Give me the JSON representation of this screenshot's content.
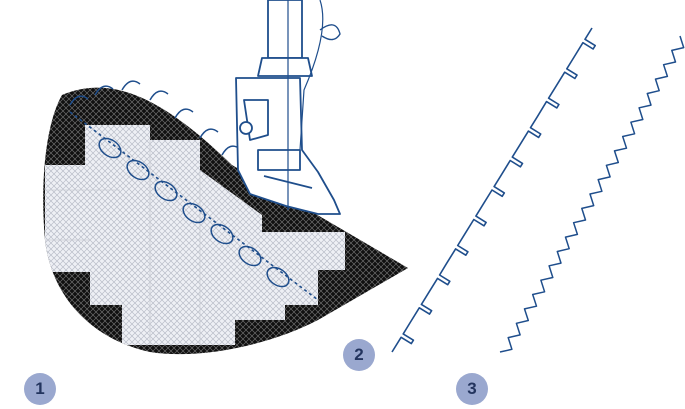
{
  "colors": {
    "stitch": "#1f4e8c",
    "fabric_dark": "#111111",
    "fabric_light": "#dcdfe6",
    "badge_fill": "#9aa8cf",
    "badge_text": "#23345e"
  },
  "badges": [
    {
      "label": "1"
    },
    {
      "label": "2"
    },
    {
      "label": "3"
    }
  ]
}
